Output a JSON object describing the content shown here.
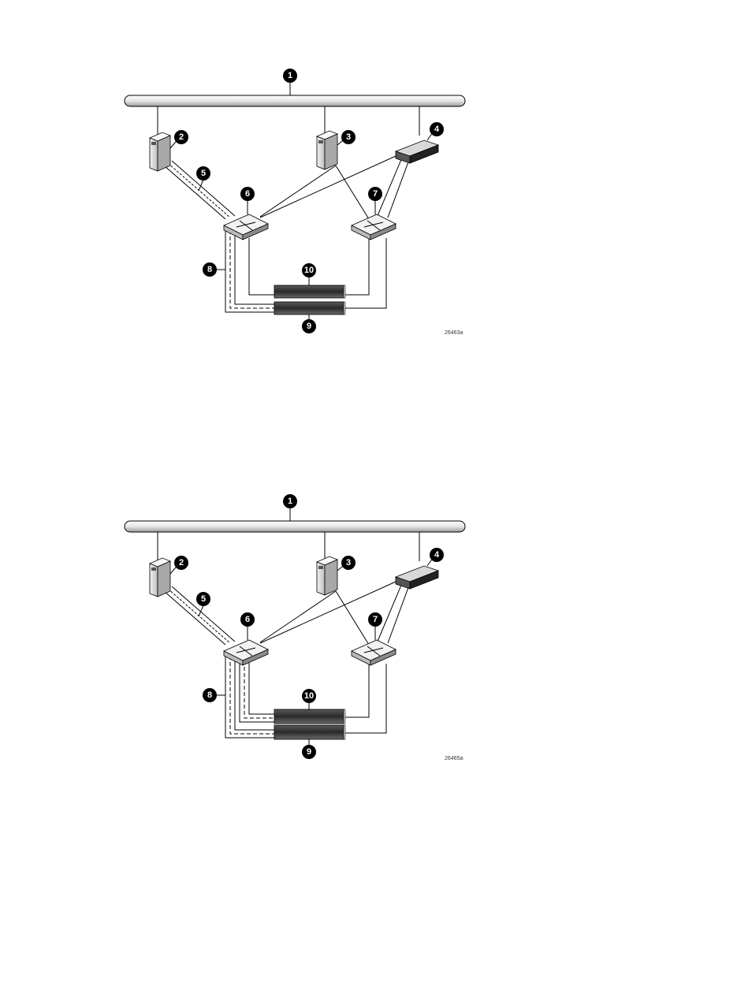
{
  "figures": [
    {
      "id": "26463a",
      "callouts": {
        "c1": "1",
        "c2": "2",
        "c3": "3",
        "c4": "4",
        "c5": "5",
        "c6": "6",
        "c7": "7",
        "c8": "8",
        "c9": "9",
        "c10": "10"
      }
    },
    {
      "id": "26465a",
      "callouts": {
        "c1": "1",
        "c2": "2",
        "c3": "3",
        "c4": "4",
        "c5": "5",
        "c6": "6",
        "c7": "7",
        "c8": "8",
        "c9": "9",
        "c10": "10"
      }
    }
  ]
}
